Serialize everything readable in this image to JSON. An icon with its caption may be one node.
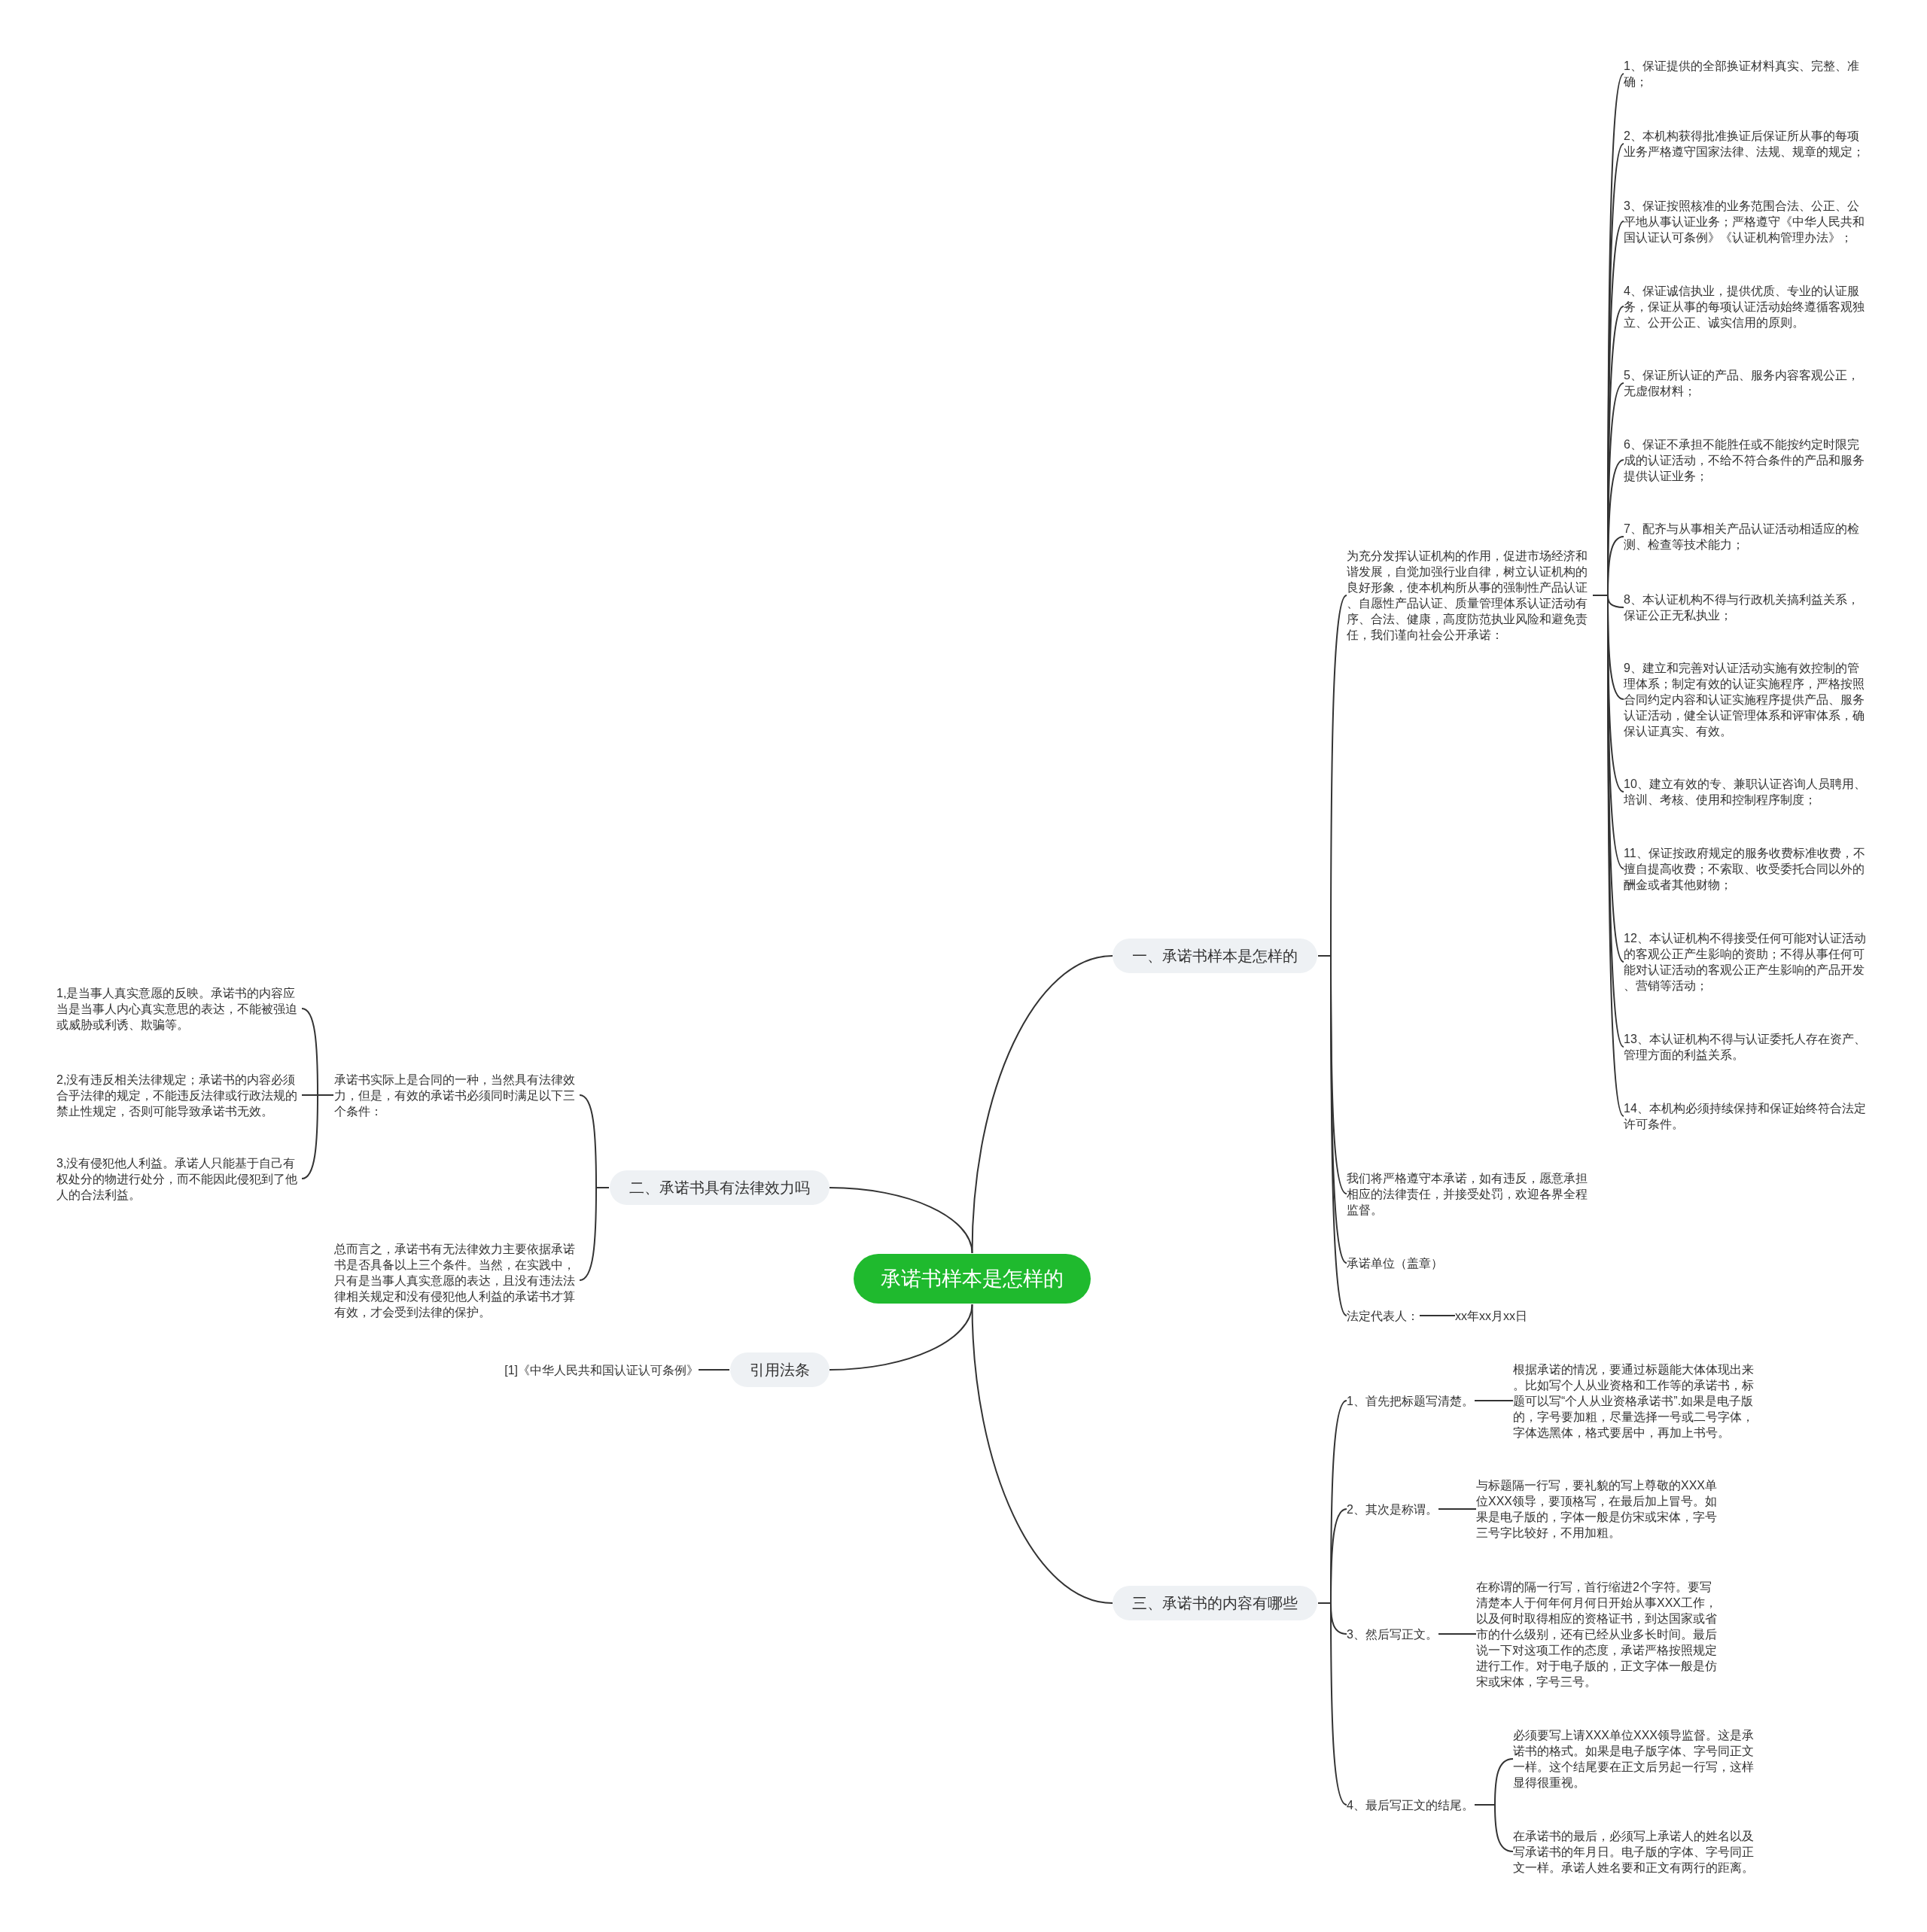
{
  "diagram": {
    "nodes": [
      {
        "text": [
          "承诺书样本是怎样的"
        ]
      },
      {
        "text": [
          "一、承诺书样本是怎样的"
        ]
      },
      {
        "text": [
          "为充分发挥认证机构的作用，促进市场经济和谐发展，自觉加强行业自律，树立认证机构的良好形象，使本机构所从事的强制性产品认证、自愿性产品认证、质量管理体系认证活动有序、合法、健康，高度防范执业风险和避免责任，我们谨向社会公开承诺："
        ]
      },
      {
        "text": [
          "1、保证提供的全部换证材料真实、完整、准确；"
        ]
      },
      {
        "text": [
          "2、本机构获得批准换证后保证所从事的每项业务严格遵守国家法律、法规、规章的规定；"
        ]
      },
      {
        "text": [
          "3、保证按照核准的业务范围合法、公正、公平地从事认证业务；严格遵守《中华人民共和国认证认可条例》《认证机构管理办法》；"
        ]
      },
      {
        "text": [
          "4、保证诚信执业，提供优质、专业的认证服务，保证从事的每项认证活动始终遵循客观独立、公开公正、诚实信用的原则。"
        ]
      },
      {
        "text": [
          "5、保证所认证的产品、服务内容客观公正，无虚假材料；"
        ]
      },
      {
        "text": [
          "6、保证不承担不能胜任或不能按约定时限完成的认证活动，不给不符合条件的产品和服务提供认证业务；"
        ]
      },
      {
        "text": [
          "7、配齐与从事相关产品认证活动相适应的检测、检查等技术能力；"
        ]
      },
      {
        "text": [
          "8、本认证机构不得与行政机关搞利益关系，保证公正无私执业；"
        ]
      },
      {
        "text": [
          "9、建立和完善对认证活动实施有效控制的管理体系；制定有效的认证实施程序，严格按照合同约定内容和认证实施程序提供产品、服务认证活动，健全认证管理体系和评审体系，确保认证真实、有效。"
        ]
      },
      {
        "text": [
          "10、建立有效的专、兼职认证咨询人员聘用、培训、考核、使用和控制程序制度；"
        ]
      },
      {
        "text": [
          "11、保证按政府规定的服务收费标准收费，不擅自提高收费；不索取、收受委托合同以外的酬金或者其他财物；"
        ]
      },
      {
        "text": [
          "12、本认证机构不得接受任何可能对认证活动的客观公正产生影响的资助；不得从事任何可能对认证活动的客观公正产生影响的产品开发、营销等活动；"
        ]
      },
      {
        "text": [
          "13、本认证机构不得与认证委托人存在资产、管理方面的利益关系。"
        ]
      },
      {
        "text": [
          "14、本机构必须持续保持和保证始终符合法定许可条件。"
        ]
      },
      {
        "text": [
          "我们将严格遵守本承诺，如有违反，愿意承担相应的法律责任，并接受处罚，欢迎各界全程监督。"
        ]
      },
      {
        "text": [
          "承诺单位（盖章）"
        ]
      },
      {
        "text": [
          "法定代表人："
        ]
      },
      {
        "text": [
          "xx年xx月xx日"
        ]
      },
      {
        "text": [
          "二、承诺书具有法律效力吗"
        ]
      },
      {
        "text": [
          "承诺书实际上是合同的一种，当然具有法律效力，但是，有效的承诺书必须同时满足以下三个条件："
        ]
      },
      {
        "text": [
          "1,是当事人真实意愿的反映。承诺书的内容应当是当事人内心真实意思的表达，不能被强迫或威胁或利诱、欺骗等。"
        ]
      },
      {
        "text": [
          "2,没有违反相关法律规定；承诺书的内容必须合乎法律的规定，不能违反法律或行政法规的禁止性规定，否则可能导致承诺书无效。"
        ]
      },
      {
        "text": [
          "3,没有侵犯他人利益。承诺人只能基于自己有权处分的物进行处分，而不能因此侵犯到了他人的合法利益。"
        ]
      },
      {
        "text": [
          "总而言之，承诺书有无法律效力主要依据承诺书是否具备以上三个条件。当然，在实践中，只有是当事人真实意愿的表达，且没有违法法律相关规定和没有侵犯他人利益的承诺书才算有效，才会受到法律的保护。"
        ]
      },
      {
        "text": [
          "引用法条"
        ]
      },
      {
        "text": [
          "[1]《中华人民共和国认证认可条例》"
        ]
      },
      {
        "text": [
          "三、承诺书的内容有哪些"
        ]
      },
      {
        "text": [
          "1、首先把标题写清楚。"
        ]
      },
      {
        "text": [
          "根据承诺的情况，要通过标题能大体体现出来。比如写个人从业资格和工作等的承诺书，标题可以写“个人从业资格承诺书”.如果是电子版的，字号要加粗，尽量选择一号或二号字体，字体选黑体，格式要居中，再加上书号。"
        ]
      },
      {
        "text": [
          "2、其次是称谓。"
        ]
      },
      {
        "text": [
          "与标题隔一行写，要礼貌的写上尊敬的XXX单位XXX领导，要顶格写，在最后加上冒号。如果是电子版的，字体一般是仿宋或宋体，字号三号字比较好，不用加粗。"
        ]
      },
      {
        "text": [
          "3、然后写正文。"
        ]
      },
      {
        "text": [
          "在称谓的隔一行写，首行缩进2个字符。要写清楚本人于何年何月何日开始从事XXX工作，以及何时取得相应的资格证书，到达国家或省市的什么级别，还有已经从业多长时间。最后说一下对这项工作的态度，承诺严格按照规定进行工作。对于电子版的，正文字体一般是仿宋或宋体，字号三号。"
        ]
      },
      {
        "text": [
          "4、最后写正文的结尾。"
        ]
      },
      {
        "text": [
          "必须要写上请XXX单位XXX领导监督。这是承诺书的格式。如果是电子版字体、字号同正文一样。这个结尾要在正文后另起一行写，这样显得很重视。"
        ]
      },
      {
        "text": [
          "在承诺书的最后，必须写上承诺人的姓名以及写承诺书的年月日。电子版的字体、字号同正文一样。承诺人姓名要和正文有两行的距离。"
        ]
      }
    ],
    "edges": [
      {
        "from": 0,
        "to": 1,
        "arrow": "none"
      },
      {
        "from": 1,
        "to": 2,
        "arrow": "none"
      },
      {
        "from": 2,
        "to": 3,
        "arrow": "none"
      },
      {
        "from": 2,
        "to": 4,
        "arrow": "none"
      },
      {
        "from": 2,
        "to": 5,
        "arrow": "none"
      },
      {
        "from": 2,
        "to": 6,
        "arrow": "none"
      },
      {
        "from": 2,
        "to": 7,
        "arrow": "none"
      },
      {
        "from": 2,
        "to": 8,
        "arrow": "none"
      },
      {
        "from": 2,
        "to": 9,
        "arrow": "none"
      },
      {
        "from": 2,
        "to": 10,
        "arrow": "none"
      },
      {
        "from": 2,
        "to": 11,
        "arrow": "none"
      },
      {
        "from": 2,
        "to": 12,
        "arrow": "none"
      },
      {
        "from": 2,
        "to": 13,
        "arrow": "none"
      },
      {
        "from": 2,
        "to": 14,
        "arrow": "none"
      },
      {
        "from": 2,
        "to": 15,
        "arrow": "none"
      },
      {
        "from": 2,
        "to": 16,
        "arrow": "none"
      },
      {
        "from": 1,
        "to": 17,
        "arrow": "none"
      },
      {
        "from": 1,
        "to": 18,
        "arrow": "none"
      },
      {
        "from": 1,
        "to": 19,
        "arrow": "none"
      },
      {
        "from": 19,
        "to": 20,
        "arrow": "none"
      },
      {
        "from": 0,
        "to": 21,
        "arrow": "none"
      },
      {
        "from": 21,
        "to": 22,
        "arrow": "none"
      },
      {
        "from": 22,
        "to": 23,
        "arrow": "none"
      },
      {
        "from": 22,
        "to": 24,
        "arrow": "none"
      },
      {
        "from": 22,
        "to": 25,
        "arrow": "none"
      },
      {
        "from": 21,
        "to": 26,
        "arrow": "none"
      },
      {
        "from": 0,
        "to": 27,
        "arrow": "none"
      },
      {
        "from": 27,
        "to": 28,
        "arrow": "none"
      },
      {
        "from": 0,
        "to": 29,
        "arrow": "none"
      },
      {
        "from": 29,
        "to": 30,
        "arrow": "none"
      },
      {
        "from": 30,
        "to": 31,
        "arrow": "none"
      },
      {
        "from": 29,
        "to": 32,
        "arrow": "none"
      },
      {
        "from": 32,
        "to": 33,
        "arrow": "none"
      },
      {
        "from": 29,
        "to": 34,
        "arrow": "none"
      },
      {
        "from": 34,
        "to": 35,
        "arrow": "none"
      },
      {
        "from": 29,
        "to": 36,
        "arrow": "none"
      },
      {
        "from": 36,
        "to": 37,
        "arrow": "none"
      },
      {
        "from": 36,
        "to": 38,
        "arrow": "none"
      }
    ]
  }
}
